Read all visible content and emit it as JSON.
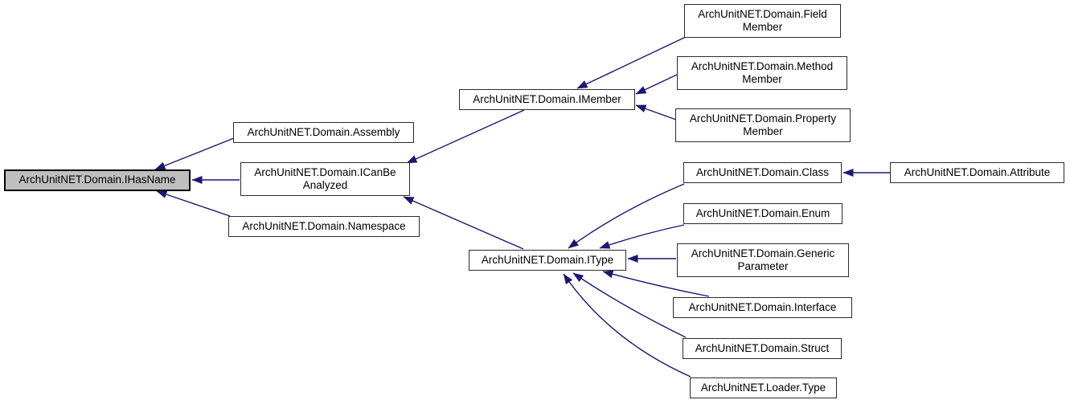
{
  "diagram_type": "class-inheritance-graph",
  "colors": {
    "edge": "#191970",
    "node_background": "#ffffff",
    "node_border": "#2b2b2b",
    "highlight_background": "#bfbfbf",
    "highlight_border": "#000000",
    "text": "#000000",
    "background": "#ffffff"
  },
  "nodes": [
    {
      "id": "ihasname",
      "label": "ArchUnitNET.Domain.IHasName",
      "lines": [
        "ArchUnitNET.Domain.IHasName"
      ],
      "highlighted": true
    },
    {
      "id": "assembly",
      "label": "ArchUnitNET.Domain.Assembly",
      "lines": [
        "ArchUnitNET.Domain.Assembly"
      ],
      "highlighted": false
    },
    {
      "id": "icanbeanalyzed",
      "label": "ArchUnitNET.Domain.ICanBeAnalyzed",
      "lines": [
        "ArchUnitNET.Domain.ICanBe",
        "Analyzed"
      ],
      "highlighted": false
    },
    {
      "id": "namespace",
      "label": "ArchUnitNET.Domain.Namespace",
      "lines": [
        "ArchUnitNET.Domain.Namespace"
      ],
      "highlighted": false
    },
    {
      "id": "imember",
      "label": "ArchUnitNET.Domain.IMember",
      "lines": [
        "ArchUnitNET.Domain.IMember"
      ],
      "highlighted": false
    },
    {
      "id": "fieldmember",
      "label": "ArchUnitNET.Domain.FieldMember",
      "lines": [
        "ArchUnitNET.Domain.Field",
        "Member"
      ],
      "highlighted": false
    },
    {
      "id": "methodmember",
      "label": "ArchUnitNET.Domain.MethodMember",
      "lines": [
        "ArchUnitNET.Domain.Method",
        "Member"
      ],
      "highlighted": false
    },
    {
      "id": "propertymember",
      "label": "ArchUnitNET.Domain.PropertyMember",
      "lines": [
        "ArchUnitNET.Domain.Property",
        "Member"
      ],
      "highlighted": false
    },
    {
      "id": "itype",
      "label": "ArchUnitNET.Domain.IType",
      "lines": [
        "ArchUnitNET.Domain.IType"
      ],
      "highlighted": false
    },
    {
      "id": "class",
      "label": "ArchUnitNET.Domain.Class",
      "lines": [
        "ArchUnitNET.Domain.Class"
      ],
      "highlighted": false
    },
    {
      "id": "attribute",
      "label": "ArchUnitNET.Domain.Attribute",
      "lines": [
        "ArchUnitNET.Domain.Attribute"
      ],
      "highlighted": false
    },
    {
      "id": "enum",
      "label": "ArchUnitNET.Domain.Enum",
      "lines": [
        "ArchUnitNET.Domain.Enum"
      ],
      "highlighted": false
    },
    {
      "id": "genericparameter",
      "label": "ArchUnitNET.Domain.GenericParameter",
      "lines": [
        "ArchUnitNET.Domain.Generic",
        "Parameter"
      ],
      "highlighted": false
    },
    {
      "id": "interface",
      "label": "ArchUnitNET.Domain.Interface",
      "lines": [
        "ArchUnitNET.Domain.Interface"
      ],
      "highlighted": false
    },
    {
      "id": "struct",
      "label": "ArchUnitNET.Domain.Struct",
      "lines": [
        "ArchUnitNET.Domain.Struct"
      ],
      "highlighted": false
    },
    {
      "id": "loadertype",
      "label": "ArchUnitNET.Loader.Type",
      "lines": [
        "ArchUnitNET.Loader.Type"
      ],
      "highlighted": false
    }
  ],
  "edges": [
    {
      "from": "assembly",
      "to": "ihasname"
    },
    {
      "from": "icanbeanalyzed",
      "to": "ihasname"
    },
    {
      "from": "namespace",
      "to": "ihasname"
    },
    {
      "from": "imember",
      "to": "icanbeanalyzed"
    },
    {
      "from": "itype",
      "to": "icanbeanalyzed"
    },
    {
      "from": "fieldmember",
      "to": "imember"
    },
    {
      "from": "methodmember",
      "to": "imember"
    },
    {
      "from": "propertymember",
      "to": "imember"
    },
    {
      "from": "class",
      "to": "itype"
    },
    {
      "from": "enum",
      "to": "itype"
    },
    {
      "from": "genericparameter",
      "to": "itype"
    },
    {
      "from": "interface",
      "to": "itype"
    },
    {
      "from": "struct",
      "to": "itype"
    },
    {
      "from": "loadertype",
      "to": "itype"
    },
    {
      "from": "attribute",
      "to": "class"
    }
  ]
}
